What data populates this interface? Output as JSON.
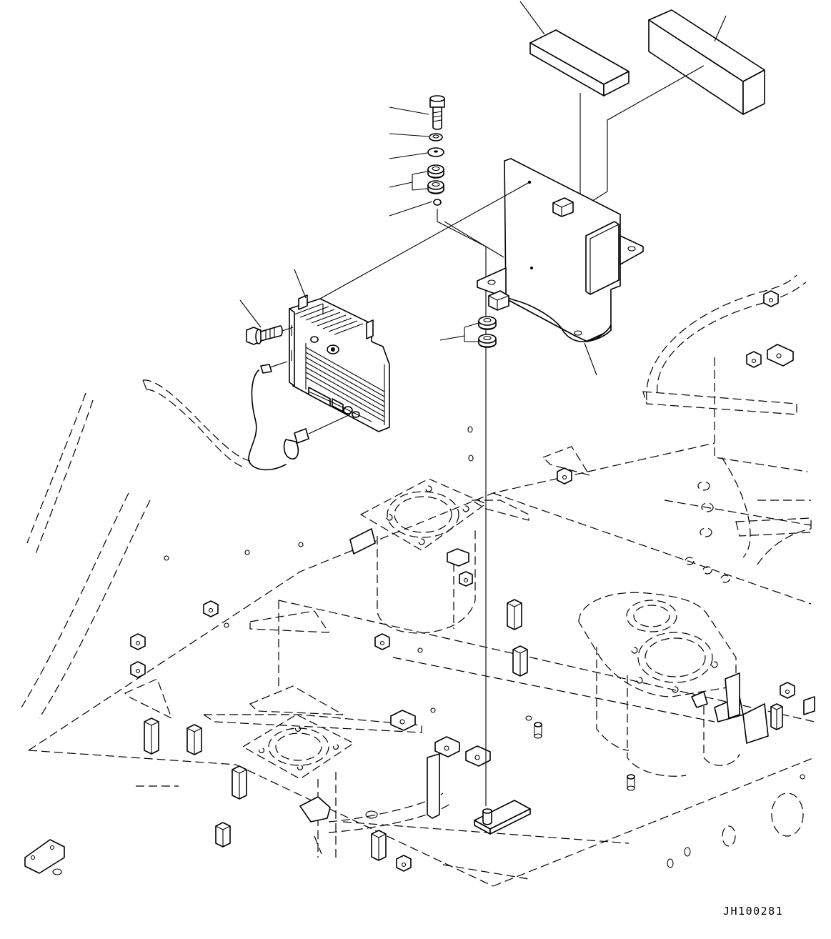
{
  "drawing_id": "JH100281",
  "parts": [
    {
      "name": "pad-small",
      "icon": "rubber-pad-icon"
    },
    {
      "name": "pad-large",
      "icon": "rubber-pad-icon"
    },
    {
      "name": "bolt",
      "icon": "bolt-icon"
    },
    {
      "name": "lock-washer",
      "icon": "washer-icon"
    },
    {
      "name": "flat-washer",
      "icon": "washer-icon"
    },
    {
      "name": "cushion-upper",
      "icon": "cushion-icon"
    },
    {
      "name": "cushion-lower",
      "icon": "cushion-icon"
    },
    {
      "name": "collar",
      "icon": "collar-icon"
    },
    {
      "name": "mounting-bracket",
      "icon": "bracket-icon"
    },
    {
      "name": "controller-unit",
      "icon": "ecu-icon"
    },
    {
      "name": "flange-bolt",
      "icon": "bolt-icon"
    },
    {
      "name": "wiring-harness",
      "icon": "harness-icon"
    },
    {
      "name": "cushion-bottom",
      "icon": "cushion-icon"
    },
    {
      "name": "revolving-frame",
      "icon": "frame-icon"
    }
  ]
}
